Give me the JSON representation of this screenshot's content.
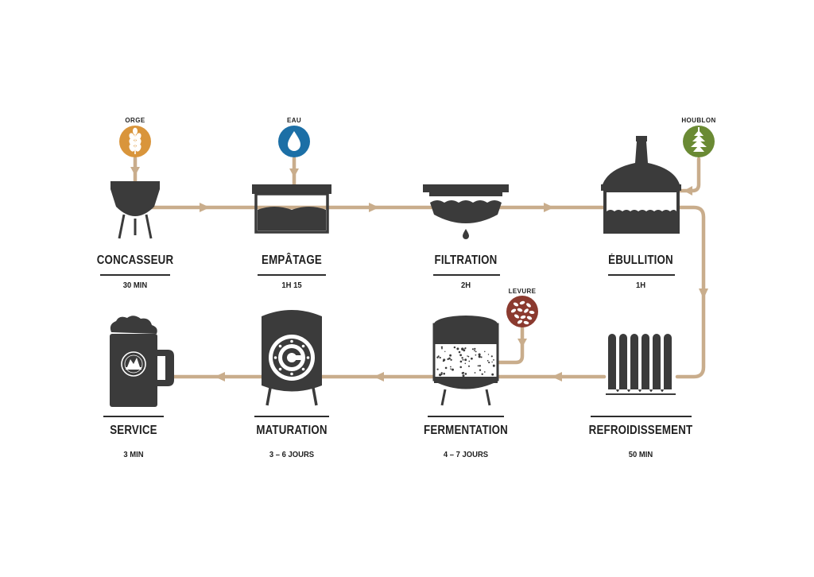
{
  "colors": {
    "pipe": "#c9ad8c",
    "machine": "#3b3b3b",
    "text": "#1f1f1f",
    "orge": "#d9953b",
    "eau": "#1c6fa6",
    "houblon": "#6a8a34",
    "levure": "#8b3a2f"
  },
  "steps": [
    {
      "name": "CONCASSEUR",
      "duration": "30 MIN",
      "icon": "grain-crusher-icon"
    },
    {
      "name": "EMPÂTAGE",
      "duration": "1H 15",
      "icon": "mash-tun-icon"
    },
    {
      "name": "FILTRATION",
      "duration": "2H",
      "icon": "filter-tank-icon"
    },
    {
      "name": "ÉBULLITION",
      "duration": "1H",
      "icon": "brew-kettle-icon"
    },
    {
      "name": "REFROIDISSEMENT",
      "duration": "50 MIN",
      "icon": "cooling-coil-icon"
    },
    {
      "name": "FERMENTATION",
      "duration": "4 – 7 JOURS",
      "icon": "fermentation-tank-icon"
    },
    {
      "name": "MATURATION",
      "duration": "3 – 6 JOURS",
      "icon": "maturation-tank-icon"
    },
    {
      "name": "SERVICE",
      "duration": "3 MIN",
      "icon": "beer-mug-icon"
    }
  ],
  "ingredients": [
    {
      "name": "ORGE",
      "icon": "wheat-icon"
    },
    {
      "name": "EAU",
      "icon": "water-drop-icon"
    },
    {
      "name": "HOUBLON",
      "icon": "hop-icon"
    },
    {
      "name": "LEVURE",
      "icon": "yeast-icon"
    }
  ]
}
